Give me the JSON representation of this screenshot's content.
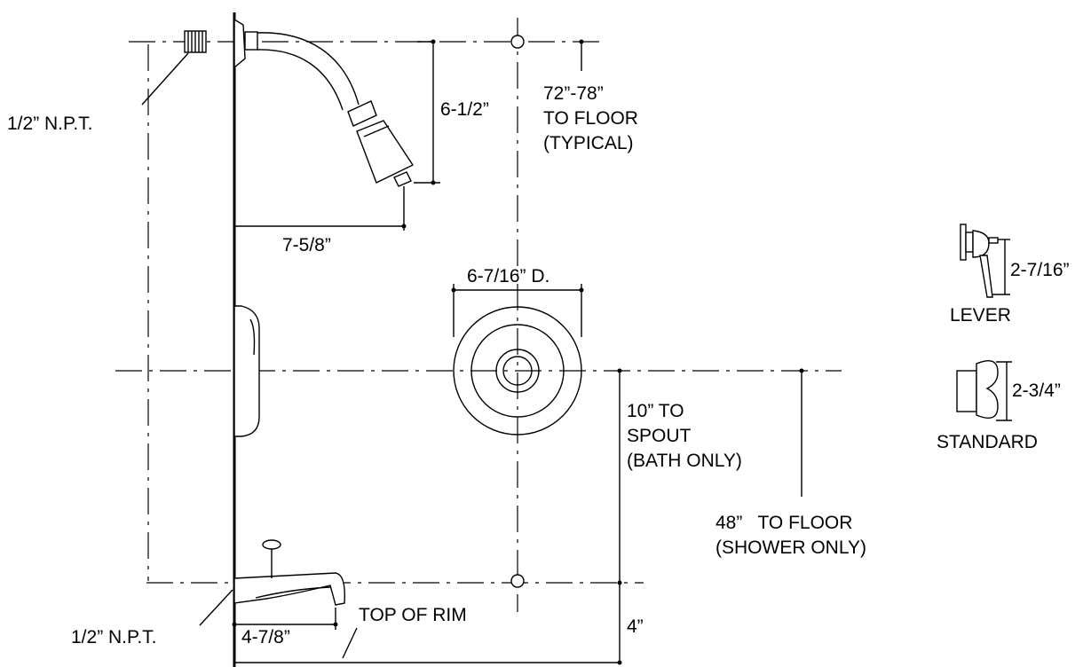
{
  "labels": {
    "npt_top": "1/2” N.P.T.",
    "dim_6_1_2": "6-1/2”",
    "floor_top_1": "72”-78”",
    "floor_top_2": "TO FLOOR",
    "floor_top_3": "(TYPICAL)",
    "dim_7_5_8": "7-5/8”",
    "dim_6_7_16": "6-7/16” D.",
    "spout_1": "10” TO",
    "spout_2": "SPOUT",
    "spout_3": "(BATH ONLY)",
    "floor_mid_1": "48”   TO FLOOR",
    "floor_mid_2": "(SHOWER ONLY)",
    "npt_bottom": "1/2” N.P.T.",
    "dim_4_7_8": "4-7/8”",
    "top_of_rim": "TOP OF RIM",
    "dim_4": "4”",
    "dim_2_7_16": "2-7/16”",
    "lever": "LEVER",
    "dim_2_3_4": "2-3/4”",
    "standard": "STANDARD"
  }
}
